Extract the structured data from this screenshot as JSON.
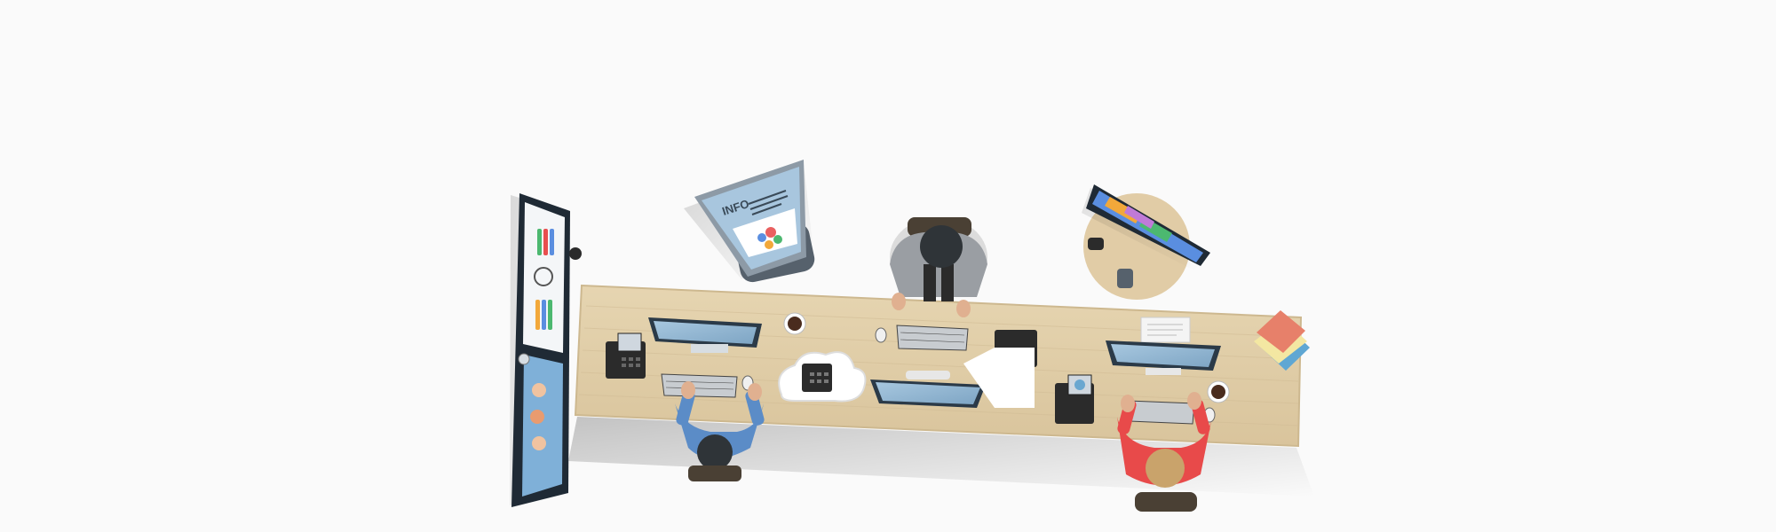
{
  "scene": {
    "description_label": "",
    "info_board": {
      "heading": "INFO"
    },
    "colors": {
      "background": "#fafafa",
      "desk": "#e2cfa8",
      "desk_dark": "#c9b48c",
      "monitor_frame": "#2b3a48",
      "monitor_screen": "#8fb4d0",
      "shirt_blue": "#5b8cc7",
      "shirt_red": "#e84a4a",
      "shirt_gray": "#9a9ea3",
      "hair_dark": "#2f3438",
      "hair_blonde": "#c9a36b",
      "book_red": "#e7806a",
      "book_blue": "#6fb0d6",
      "book_yellow": "#f3e7a2",
      "cloud": "#ffffff",
      "coffee": "#4a2c1e"
    },
    "icons": [
      "interactive-whiteboard",
      "info-screen",
      "workstation-left",
      "workstation-center",
      "workstation-right",
      "laptop",
      "cloud-phone",
      "tablet-display",
      "desk-phone",
      "coffee-cup",
      "books"
    ]
  }
}
